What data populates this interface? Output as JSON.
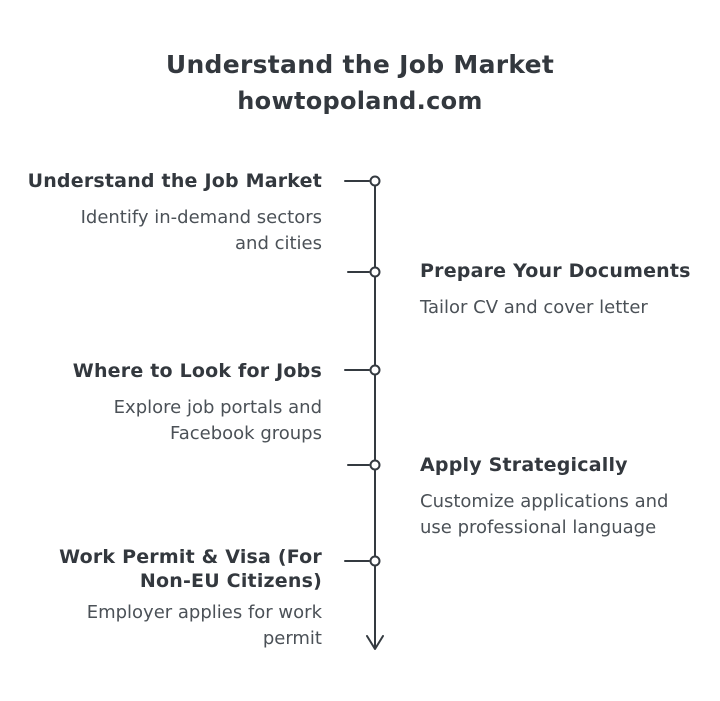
{
  "header": {
    "title": "Understand the Job Market",
    "subtitle": "howtopoland.com"
  },
  "timeline": {
    "orientation": "vertical",
    "items": [
      {
        "side": "left",
        "title": "Understand the Job Market",
        "description": "Identify in-demand sectors\nand cities"
      },
      {
        "side": "right",
        "title": "Prepare Your Documents",
        "description": "Tailor CV and cover letter"
      },
      {
        "side": "left",
        "title": "Where to Look for Jobs",
        "description": "Explore job portals and\nFacebook groups"
      },
      {
        "side": "right",
        "title": "Apply Strategically",
        "description": "Customize applications and\nuse professional language"
      },
      {
        "side": "left",
        "title": "Work Permit & Visa (For\nNon-EU Citizens)",
        "description": "Employer applies for work\npermit"
      }
    ]
  },
  "colors": {
    "background": "#ffffff",
    "title_text": "#33383e",
    "description_text": "#4b5157",
    "line": "#343a40",
    "node_fill": "#ffffff"
  }
}
